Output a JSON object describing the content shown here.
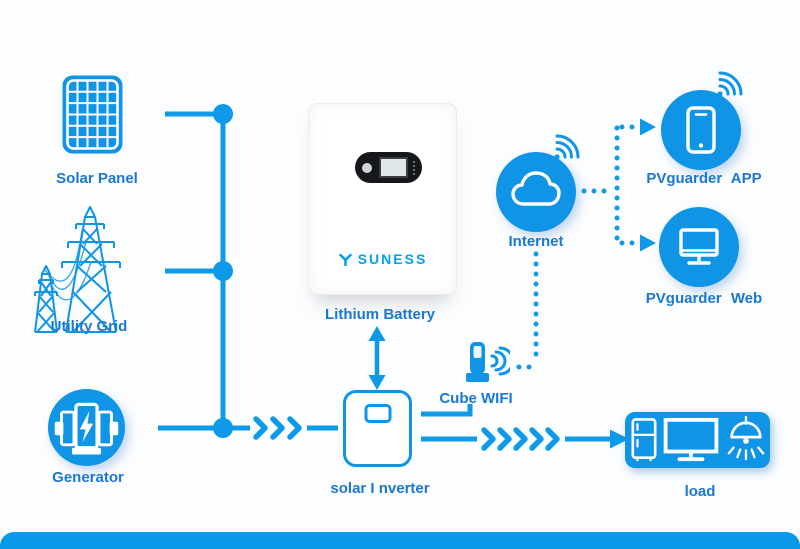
{
  "diagram": {
    "type": "solar-energy-storage-system-diagram",
    "colors": {
      "line_blue": "#0e9ae8",
      "icon_blue": "#1094e6",
      "label_blue": "#1a78d2",
      "brand_cyan": "#00a3e8",
      "bottom_bar": "#0999e8",
      "background": "#fcfdfe"
    },
    "nodes": {
      "solar_panel": {
        "label": "Solar Panel",
        "icon": "solar-panel-icon"
      },
      "utility_grid": {
        "label": "Utility Grid",
        "icon": "transmission-tower-icon"
      },
      "generator": {
        "label": "Generator",
        "icon": "generator-icon"
      },
      "lithium_battery": {
        "label": "Lithium Battery",
        "brand": "SUNESS",
        "icon": "battery-unit-image"
      },
      "solar_inverter": {
        "label": "solar I nverter",
        "icon": "inverter-box-icon"
      },
      "internet": {
        "label": "Internet",
        "icon": "cloud-icon"
      },
      "cube_wifi": {
        "label": "Cube WIFI",
        "icon": "wifi-dongle-icon"
      },
      "pvguarder_app": {
        "label": "PVguarder APP",
        "icon": "smartphone-icon"
      },
      "pvguarder_web": {
        "label": "PVguarder Web",
        "icon": "monitor-icon"
      },
      "load": {
        "label": "load",
        "icon": "fridge-tv-lamp-icons"
      }
    }
  }
}
